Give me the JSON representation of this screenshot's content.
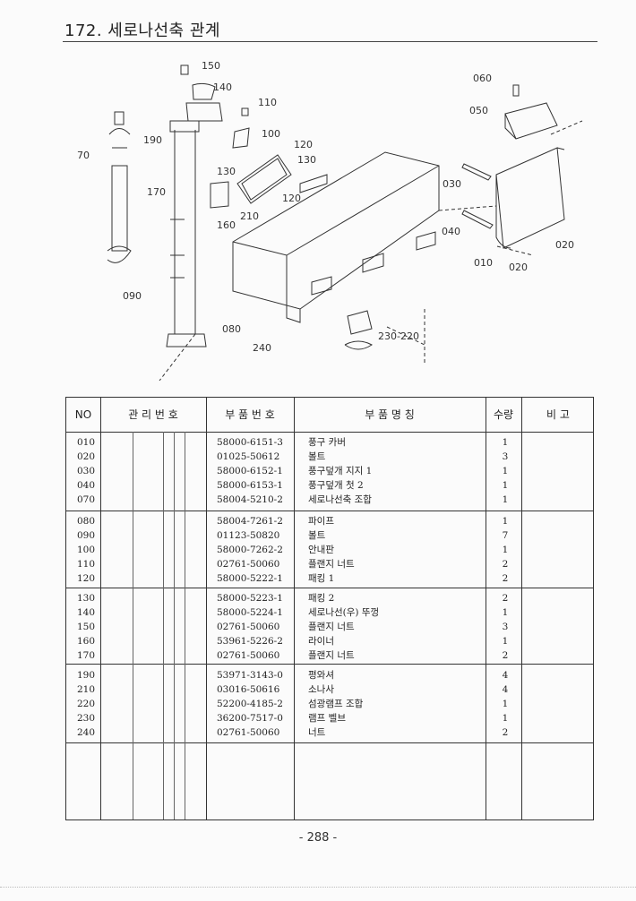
{
  "page": {
    "title": "172. 세로나선축 관계",
    "page_number": "- 288 -"
  },
  "diagram": {
    "callouts": [
      "150",
      "140",
      "110",
      "100",
      "120",
      "130",
      "120",
      "130",
      "190",
      "70",
      "170",
      "210",
      "160",
      "090",
      "080",
      "240",
      "230-220",
      "060",
      "050",
      "030",
      "040",
      "010",
      "020",
      "020"
    ]
  },
  "table": {
    "headers": [
      "NO",
      "관 리 번 호",
      "부 품 번 호",
      "부 품 명 칭",
      "수량",
      "비 고"
    ],
    "groups": [
      [
        {
          "no": "010",
          "part_no": "58000-6151-3",
          "name": "풍구 카버",
          "qty": "1"
        },
        {
          "no": "020",
          "part_no": "01025-50612",
          "name": "볼트",
          "qty": "3"
        },
        {
          "no": "030",
          "part_no": "58000-6152-1",
          "name": "풍구덮개 지지 1",
          "qty": "1"
        },
        {
          "no": "040",
          "part_no": "58000-6153-1",
          "name": "풍구덮개 첫 2",
          "qty": "1"
        },
        {
          "no": "070",
          "part_no": "58004-5210-2",
          "name": "세로나선축 조합",
          "qty": "1"
        }
      ],
      [
        {
          "no": "080",
          "part_no": "58004-7261-2",
          "name": "파이프",
          "qty": "1"
        },
        {
          "no": "090",
          "part_no": "01123-50820",
          "name": "볼트",
          "qty": "7"
        },
        {
          "no": "100",
          "part_no": "58000-7262-2",
          "name": "안내판",
          "qty": "1"
        },
        {
          "no": "110",
          "part_no": "02761-50060",
          "name": "플랜지 너트",
          "qty": "2"
        },
        {
          "no": "120",
          "part_no": "58000-5222-1",
          "name": "패킹 1",
          "qty": "2"
        }
      ],
      [
        {
          "no": "130",
          "part_no": "58000-5223-1",
          "name": "패킹 2",
          "qty": "2"
        },
        {
          "no": "140",
          "part_no": "58000-5224-1",
          "name": "세로나선(우) 뚜껑",
          "qty": "1"
        },
        {
          "no": "150",
          "part_no": "02761-50060",
          "name": "플랜지 너트",
          "qty": "3"
        },
        {
          "no": "160",
          "part_no": "53961-5226-2",
          "name": "라이너",
          "qty": "1"
        },
        {
          "no": "170",
          "part_no": "02761-50060",
          "name": "플랜지 너트",
          "qty": "2"
        }
      ],
      [
        {
          "no": "190",
          "part_no": "53971-3143-0",
          "name": "평와셔",
          "qty": "4"
        },
        {
          "no": "210",
          "part_no": "03016-50616",
          "name": "소나사",
          "qty": "4"
        },
        {
          "no": "220",
          "part_no": "52200-4185-2",
          "name": "섬광램프 조합",
          "qty": "1"
        },
        {
          "no": "230",
          "part_no": "36200-7517-0",
          "name": "램프 벨브",
          "qty": "1"
        },
        {
          "no": "240",
          "part_no": "02761-50060",
          "name": "너트",
          "qty": "2"
        }
      ]
    ]
  }
}
